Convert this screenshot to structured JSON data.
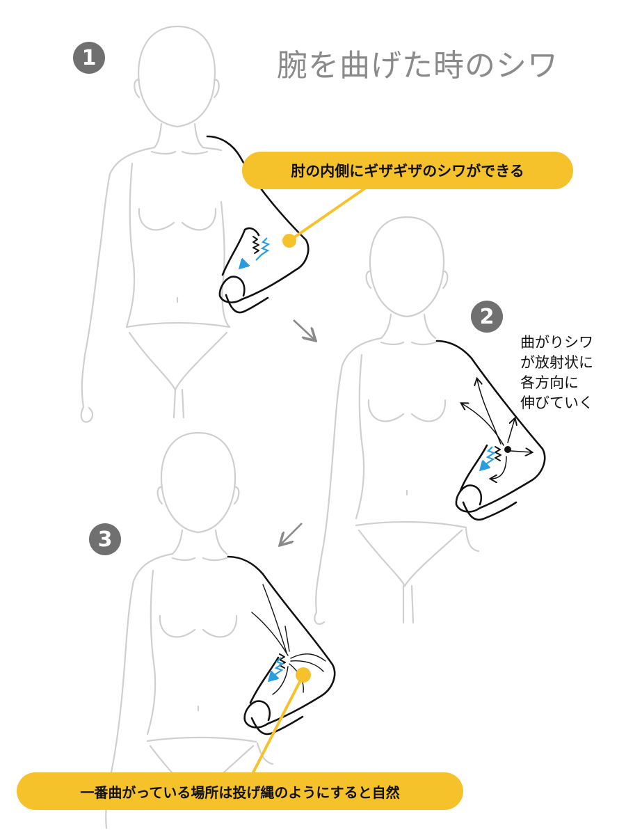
{
  "title": "腕を曲げた時のシワ",
  "steps": [
    {
      "number": "1"
    },
    {
      "number": "2"
    },
    {
      "number": "3"
    }
  ],
  "callouts": {
    "top": "肘の内側にギザギザのシワができる",
    "bottom": "一番曲がっている場所は投げ縄のようにすると自然"
  },
  "note_lines": [
    "曲がりシワ",
    "が放射状に",
    "各方向に",
    "伸びていく"
  ],
  "colors": {
    "callout": "#f6c22b",
    "badge": "#707070",
    "guide_lines": "#c8c8c8",
    "sleeve": "#111111",
    "fold_arrow": "#2a9de0"
  }
}
